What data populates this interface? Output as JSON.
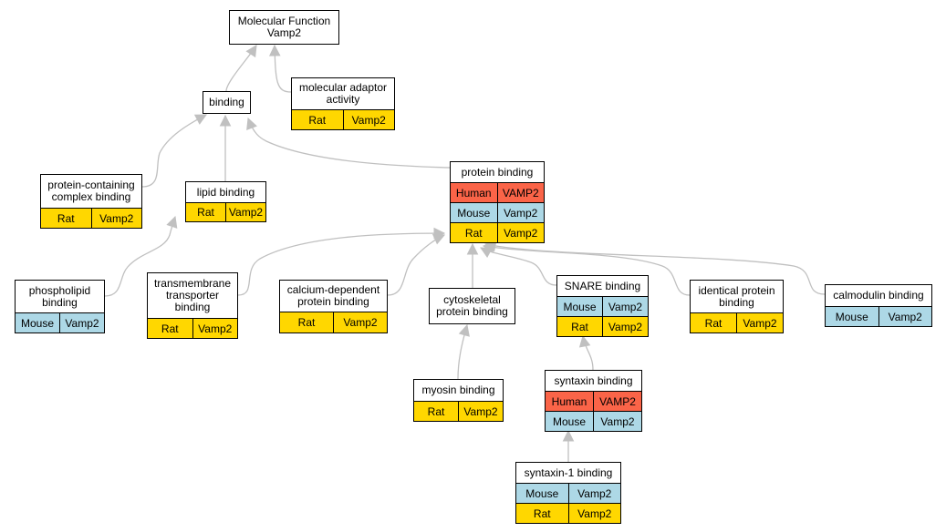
{
  "colors": {
    "rat": "#ffd700",
    "mouse": "#add8e6",
    "human": "#fa6448",
    "edge": "#c0c0c0"
  },
  "nodes": {
    "molecular_function": {
      "title": "Molecular Function\nVamp2",
      "rows": []
    },
    "binding": {
      "title": "binding",
      "rows": []
    },
    "molecular_adaptor_activity": {
      "title": "molecular adaptor\nactivity",
      "rows": [
        {
          "species": "Rat",
          "gene": "Vamp2"
        }
      ]
    },
    "protein_containing_complex_binding": {
      "title": "protein-containing\ncomplex binding",
      "rows": [
        {
          "species": "Rat",
          "gene": "Vamp2"
        }
      ]
    },
    "lipid_binding": {
      "title": "lipid binding",
      "rows": [
        {
          "species": "Rat",
          "gene": "Vamp2"
        }
      ]
    },
    "protein_binding": {
      "title": "protein binding",
      "rows": [
        {
          "species": "Human",
          "gene": "VAMP2"
        },
        {
          "species": "Mouse",
          "gene": "Vamp2"
        },
        {
          "species": "Rat",
          "gene": "Vamp2"
        }
      ]
    },
    "phospholipid_binding": {
      "title": "phospholipid\nbinding",
      "rows": [
        {
          "species": "Mouse",
          "gene": "Vamp2"
        }
      ]
    },
    "transmembrane_transporter_binding": {
      "title": "transmembrane\ntransporter\nbinding",
      "rows": [
        {
          "species": "Rat",
          "gene": "Vamp2"
        }
      ]
    },
    "calcium_dependent_protein_binding": {
      "title": "calcium-dependent\nprotein binding",
      "rows": [
        {
          "species": "Rat",
          "gene": "Vamp2"
        }
      ]
    },
    "cytoskeletal_protein_binding": {
      "title": "cytoskeletal\nprotein binding",
      "rows": []
    },
    "snare_binding": {
      "title": "SNARE binding",
      "rows": [
        {
          "species": "Mouse",
          "gene": "Vamp2"
        },
        {
          "species": "Rat",
          "gene": "Vamp2"
        }
      ]
    },
    "identical_protein_binding": {
      "title": "identical protein\nbinding",
      "rows": [
        {
          "species": "Rat",
          "gene": "Vamp2"
        }
      ]
    },
    "calmodulin_binding": {
      "title": "calmodulin binding",
      "rows": [
        {
          "species": "Mouse",
          "gene": "Vamp2"
        }
      ]
    },
    "myosin_binding": {
      "title": "myosin binding",
      "rows": [
        {
          "species": "Rat",
          "gene": "Vamp2"
        }
      ]
    },
    "syntaxin_binding": {
      "title": "syntaxin binding",
      "rows": [
        {
          "species": "Human",
          "gene": "VAMP2"
        },
        {
          "species": "Mouse",
          "gene": "Vamp2"
        }
      ]
    },
    "syntaxin_1_binding": {
      "title": "syntaxin-1 binding",
      "rows": [
        {
          "species": "Mouse",
          "gene": "Vamp2"
        },
        {
          "species": "Rat",
          "gene": "Vamp2"
        }
      ]
    }
  },
  "edges": [
    {
      "from": "binding",
      "to": "molecular_function"
    },
    {
      "from": "molecular_adaptor_activity",
      "to": "molecular_function"
    },
    {
      "from": "protein_containing_complex_binding",
      "to": "binding"
    },
    {
      "from": "lipid_binding",
      "to": "binding"
    },
    {
      "from": "protein_binding",
      "to": "binding"
    },
    {
      "from": "phospholipid_binding",
      "to": "lipid_binding"
    },
    {
      "from": "transmembrane_transporter_binding",
      "to": "protein_binding"
    },
    {
      "from": "calcium_dependent_protein_binding",
      "to": "protein_binding"
    },
    {
      "from": "cytoskeletal_protein_binding",
      "to": "protein_binding"
    },
    {
      "from": "snare_binding",
      "to": "protein_binding"
    },
    {
      "from": "identical_protein_binding",
      "to": "protein_binding"
    },
    {
      "from": "calmodulin_binding",
      "to": "protein_binding"
    },
    {
      "from": "myosin_binding",
      "to": "cytoskeletal_protein_binding"
    },
    {
      "from": "syntaxin_binding",
      "to": "snare_binding"
    },
    {
      "from": "syntaxin_1_binding",
      "to": "syntaxin_binding"
    }
  ]
}
